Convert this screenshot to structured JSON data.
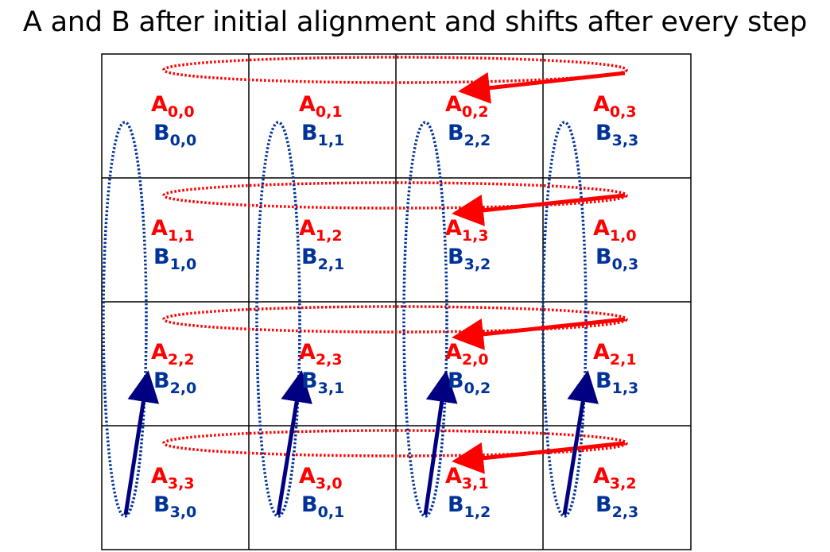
{
  "title": "A and B after initial alignment and shifts after every step",
  "colors": {
    "a": "#ff0000",
    "b": "#003399",
    "grid": "#000000",
    "b_arrow": "#000080"
  },
  "grid": {
    "rows": 4,
    "cols": 4,
    "cells": [
      [
        {
          "a": "0,0",
          "b": "0,0"
        },
        {
          "a": "0,1",
          "b": "1,1"
        },
        {
          "a": "0,2",
          "b": "2,2"
        },
        {
          "a": "0,3",
          "b": "3,3"
        }
      ],
      [
        {
          "a": "1,1",
          "b": "1,0"
        },
        {
          "a": "1,2",
          "b": "2,1"
        },
        {
          "a": "1,3",
          "b": "3,2"
        },
        {
          "a": "1,0",
          "b": "0,3"
        }
      ],
      [
        {
          "a": "2,2",
          "b": "2,0"
        },
        {
          "a": "2,3",
          "b": "3,1"
        },
        {
          "a": "2,0",
          "b": "0,2"
        },
        {
          "a": "2,1",
          "b": "1,3"
        }
      ],
      [
        {
          "a": "3,3",
          "b": "3,0"
        },
        {
          "a": "3,0",
          "b": "0,1"
        },
        {
          "a": "3,1",
          "b": "1,2"
        },
        {
          "a": "3,2",
          "b": "2,3"
        }
      ]
    ]
  },
  "letters": {
    "a": "A",
    "b": "B"
  }
}
